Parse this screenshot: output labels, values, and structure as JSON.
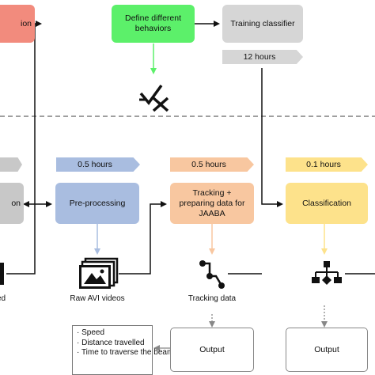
{
  "top_row": {
    "left_box_partial": "ion",
    "define_behaviors": "Define different behaviors",
    "training_classifier": "Training classifier",
    "time_12h": "12 hours"
  },
  "pipeline": {
    "left_box_partial": "on",
    "preprocessing": {
      "label": "Pre-processing",
      "time": "0.5 hours"
    },
    "tracking": {
      "label": "Tracking + preparing data for JAABA",
      "time": "0.5 hours"
    },
    "classification": {
      "label": "Classification",
      "time": "0.1 hours"
    }
  },
  "artifacts": {
    "left_partial": "ed",
    "raw_videos": "Raw AVI videos",
    "tracking_data": "Tracking data"
  },
  "outputs": {
    "output_1": "Output",
    "output_2": "Output",
    "notes": [
      "Speed",
      "Distance travelled",
      "Time to traverse the beam"
    ]
  },
  "colors": {
    "define_box": "#5cf06a",
    "training_box": "#d6d6d6",
    "preprocessing_box": "#a9bde0",
    "preprocessing_tag": "#a9bde0",
    "tracking_box": "#f8c7a0",
    "tracking_tag": "#f8c7a0",
    "classification_box": "#fde28b",
    "classification_tag": "#fde28b",
    "left_top_box": "#f28b7d",
    "arrow_green": "#5cf06a",
    "arrow_blue": "#a9bde0",
    "arrow_orange": "#f8c7a0",
    "arrow_yellow": "#fde28b"
  }
}
